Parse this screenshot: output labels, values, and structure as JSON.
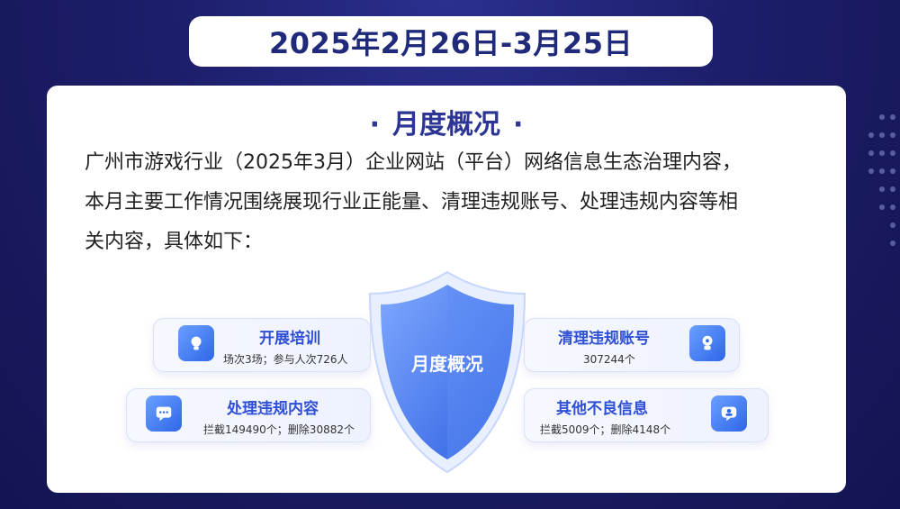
{
  "header": {
    "date_range": "2025年2月26日-3月25日"
  },
  "card": {
    "title": "月度概况",
    "title_dot": "·",
    "intro_lines": [
      "广州市游戏行业（2025年3月）企业网站（平台）网络信息生态治理内容，",
      "本月主要工作情况围绕展现行业正能量、清理违规账号、处理违规内容等相",
      "关内容，具体如下："
    ]
  },
  "shield": {
    "label": "月度概况"
  },
  "items": {
    "training": {
      "title": "开展培训",
      "detail": "场次3场；参与人次726人",
      "icon": "lightbulb-icon"
    },
    "accounts": {
      "title": "清理违规账号",
      "detail": "307244个",
      "icon": "user-head-icon"
    },
    "content": {
      "title": "处理违规内容",
      "detail": "拦截149490个；删除30882个",
      "icon": "chat-bubble-icon"
    },
    "other": {
      "title": "其他不良信息",
      "detail": "拦截5009个；删除4148个",
      "icon": "chat-user-icon"
    }
  },
  "colors": {
    "accent": "#2f4fd6",
    "background": "#1c1e6a",
    "title": "#2c3593"
  }
}
